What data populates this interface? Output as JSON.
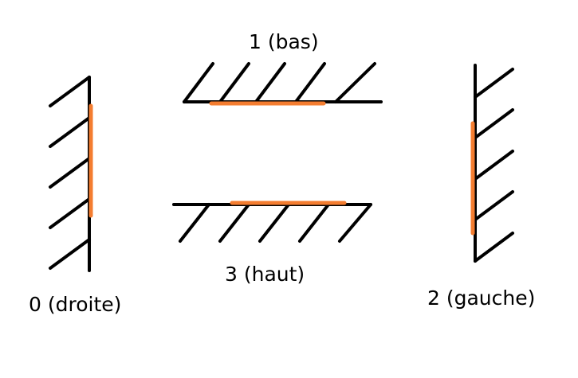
{
  "walls": [
    {
      "id": "wall-0",
      "label": "0 (droite)"
    },
    {
      "id": "wall-1",
      "label": "1 (bas)"
    },
    {
      "id": "wall-2",
      "label": "2 (gauche)"
    },
    {
      "id": "wall-3",
      "label": "3 (haut)"
    }
  ],
  "colors": {
    "wall": "#000000",
    "contact": "#f47d30",
    "background": "#ffffff"
  }
}
